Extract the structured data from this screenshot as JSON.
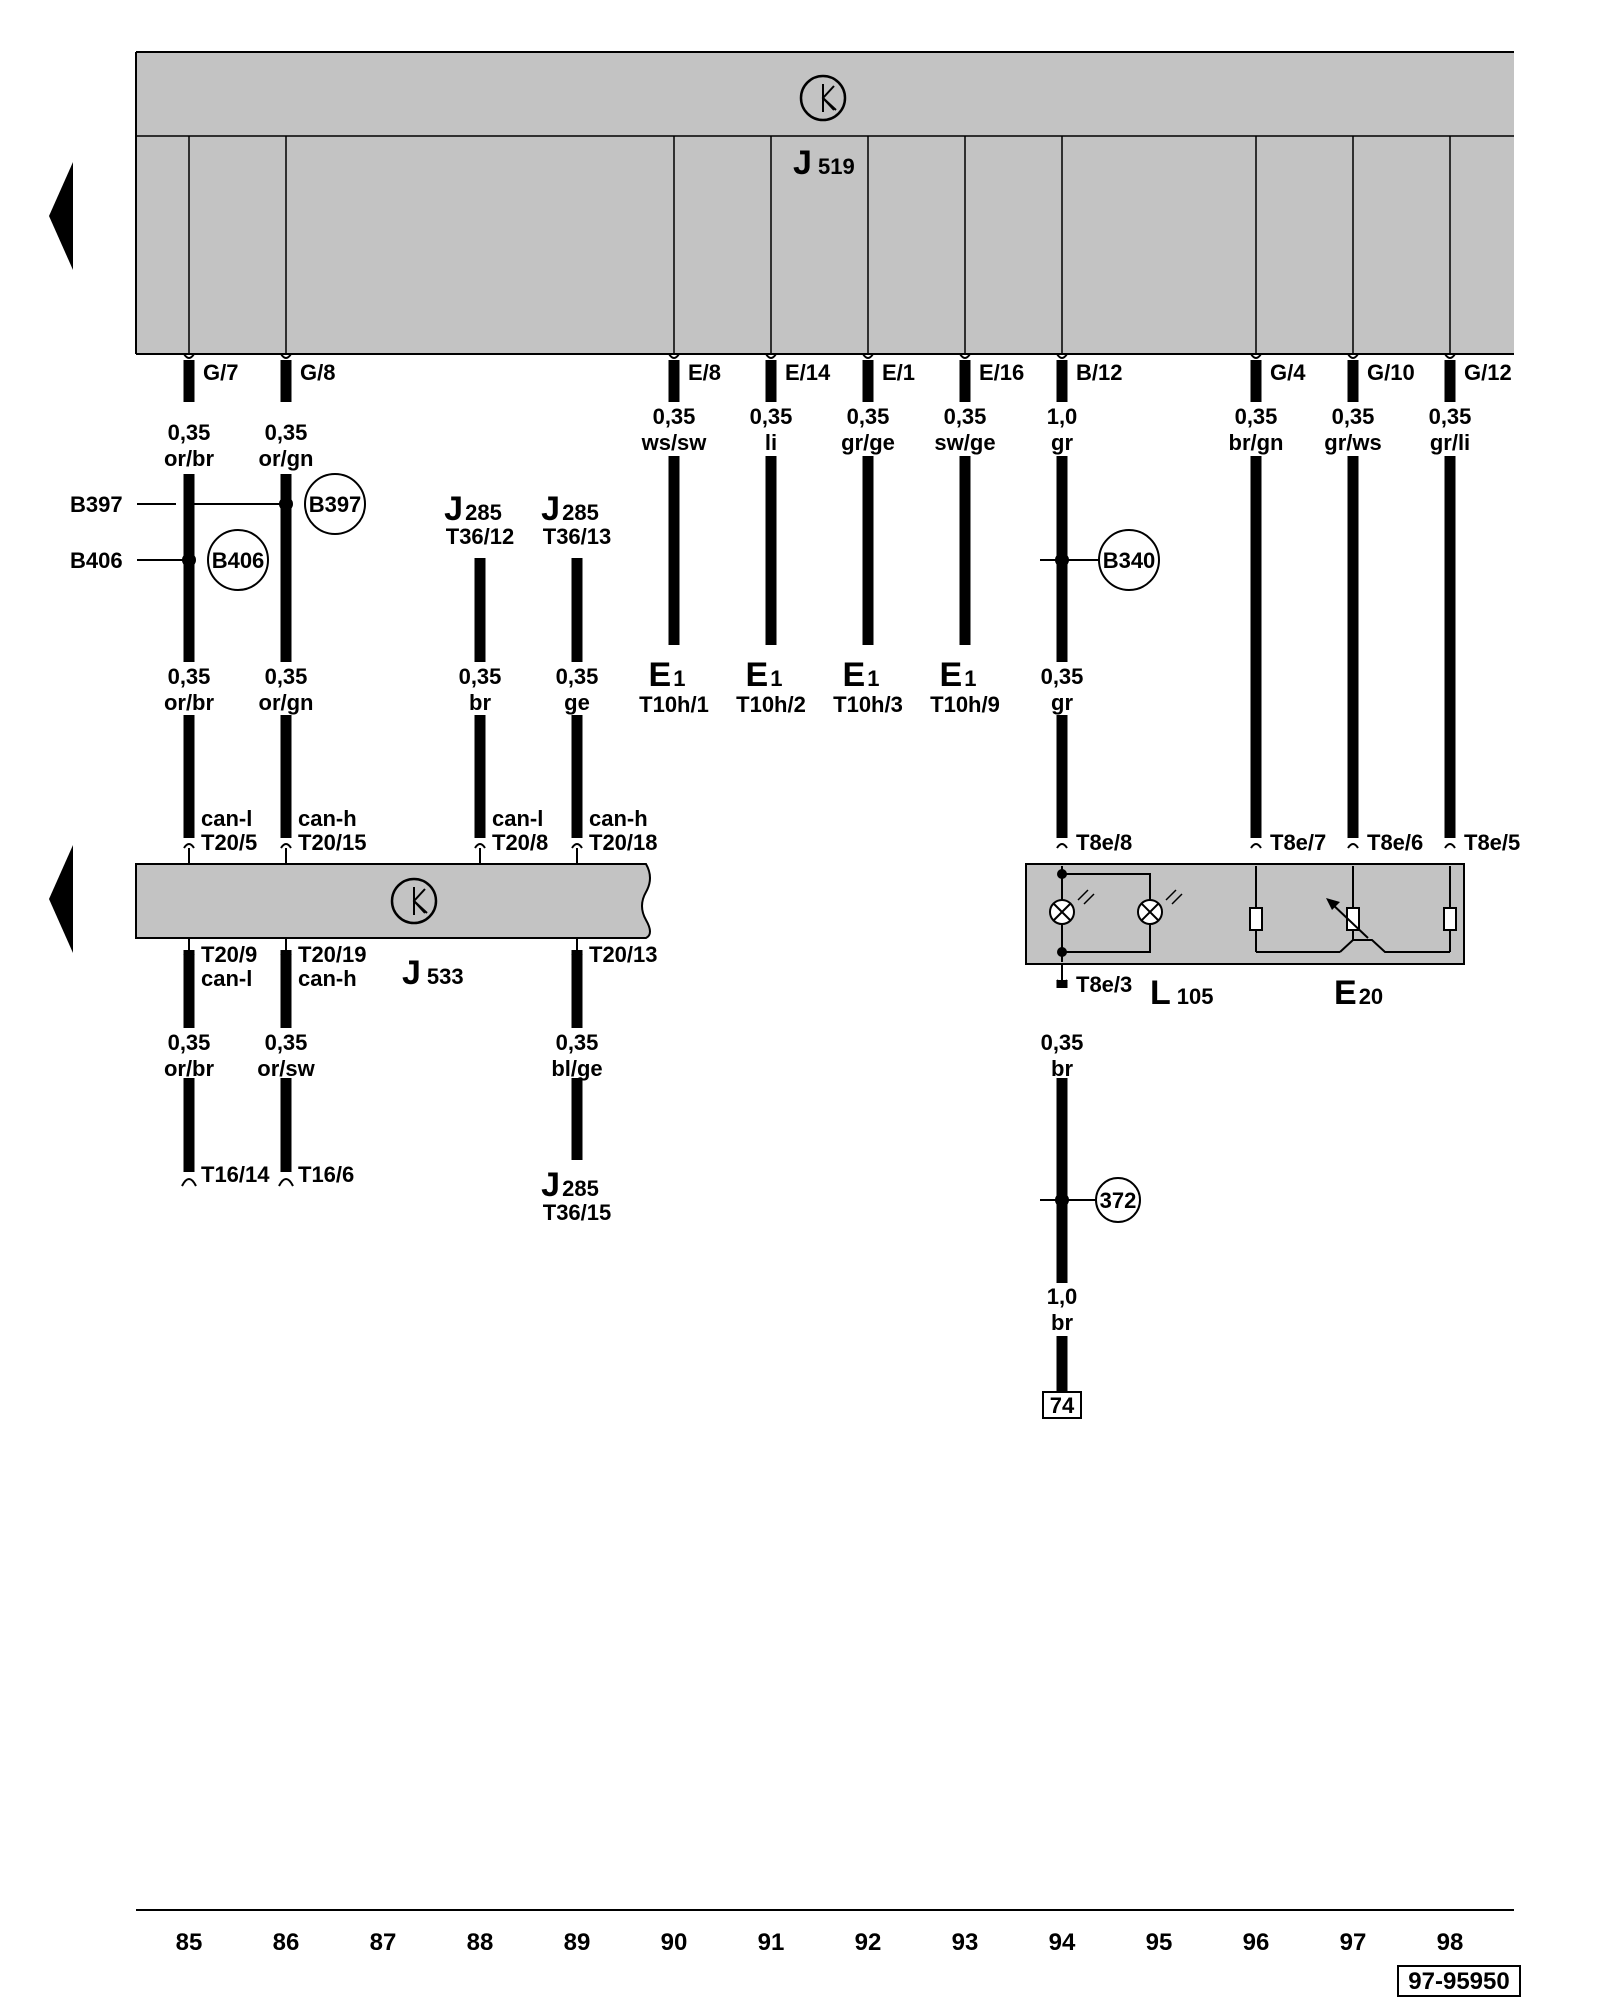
{
  "components": {
    "J519": {
      "letter": "J",
      "num": "519"
    },
    "J533": {
      "letter": "J",
      "num": "533"
    },
    "L105": {
      "letter": "L",
      "num": "105"
    },
    "E20": {
      "letter": "E",
      "num": "20"
    }
  },
  "j519_pins": [
    "G/7",
    "G/8",
    "E/8",
    "E/14",
    "E/1",
    "E/16",
    "B/12",
    "G/4",
    "G/10",
    "G/12"
  ],
  "wire_specs_top": [
    {
      "size": "0,35",
      "color": "or/br"
    },
    {
      "size": "0,35",
      "color": "or/gn"
    },
    {
      "size": "0,35",
      "color": "ws/sw"
    },
    {
      "size": "0,35",
      "color": "li"
    },
    {
      "size": "0,35",
      "color": "gr/ge"
    },
    {
      "size": "0,35",
      "color": "sw/ge"
    },
    {
      "size": "1,0",
      "color": "gr"
    },
    {
      "size": "0,35",
      "color": "br/gn"
    },
    {
      "size": "0,35",
      "color": "gr/ws"
    },
    {
      "size": "0,35",
      "color": "gr/li"
    }
  ],
  "wire_specs_mid": [
    {
      "size": "0,35",
      "color": "or/br"
    },
    {
      "size": "0,35",
      "color": "or/gn"
    },
    {
      "size": "0,35",
      "color": "br"
    },
    {
      "size": "0,35",
      "color": "ge"
    },
    {
      "size": "0,35",
      "color": "gr"
    }
  ],
  "wire_specs_low": [
    {
      "size": "0,35",
      "color": "or/br"
    },
    {
      "size": "0,35",
      "color": "or/sw"
    },
    {
      "size": "0,35",
      "color": "bl/ge"
    },
    {
      "size": "0,35",
      "color": "br"
    }
  ],
  "wire_spec_bottom": {
    "size": "1,0",
    "color": "br"
  },
  "splices": {
    "b397_left": "B397",
    "b406_left": "B406",
    "b397_circle": "B397",
    "b406_circle": "B406",
    "b340_circle": "B340",
    "g372_circle": "372"
  },
  "j285_refs": [
    {
      "letter": "J",
      "num": "285",
      "pin": "T36/12"
    },
    {
      "letter": "J",
      "num": "285",
      "pin": "T36/13"
    },
    {
      "letter": "J",
      "num": "285",
      "pin": "T36/15"
    }
  ],
  "e1_refs": [
    {
      "letter": "E",
      "num": "1",
      "pin": "T10h/1"
    },
    {
      "letter": "E",
      "num": "1",
      "pin": "T10h/2"
    },
    {
      "letter": "E",
      "num": "1",
      "pin": "T10h/3"
    },
    {
      "letter": "E",
      "num": "1",
      "pin": "T10h/9"
    }
  ],
  "j533_top": [
    {
      "sig": "can-l",
      "pin": "T20/5"
    },
    {
      "sig": "can-h",
      "pin": "T20/15"
    },
    {
      "sig": "can-l",
      "pin": "T20/8"
    },
    {
      "sig": "can-h",
      "pin": "T20/18"
    }
  ],
  "j533_bottom": [
    {
      "sig": "can-l",
      "pin": "T20/9"
    },
    {
      "sig": "can-h",
      "pin": "T20/19"
    },
    {
      "pin": "T20/13"
    }
  ],
  "t16_pins": [
    "T16/14",
    "T16/6"
  ],
  "t8e_pins": [
    "T8e/8",
    "T8e/7",
    "T8e/6",
    "T8e/5",
    "T8e/3"
  ],
  "ground_ref": "74",
  "axis_numbers": [
    "85",
    "86",
    "87",
    "88",
    "89",
    "90",
    "91",
    "92",
    "93",
    "94",
    "95",
    "96",
    "97",
    "98"
  ],
  "doc_id": "97-95950"
}
